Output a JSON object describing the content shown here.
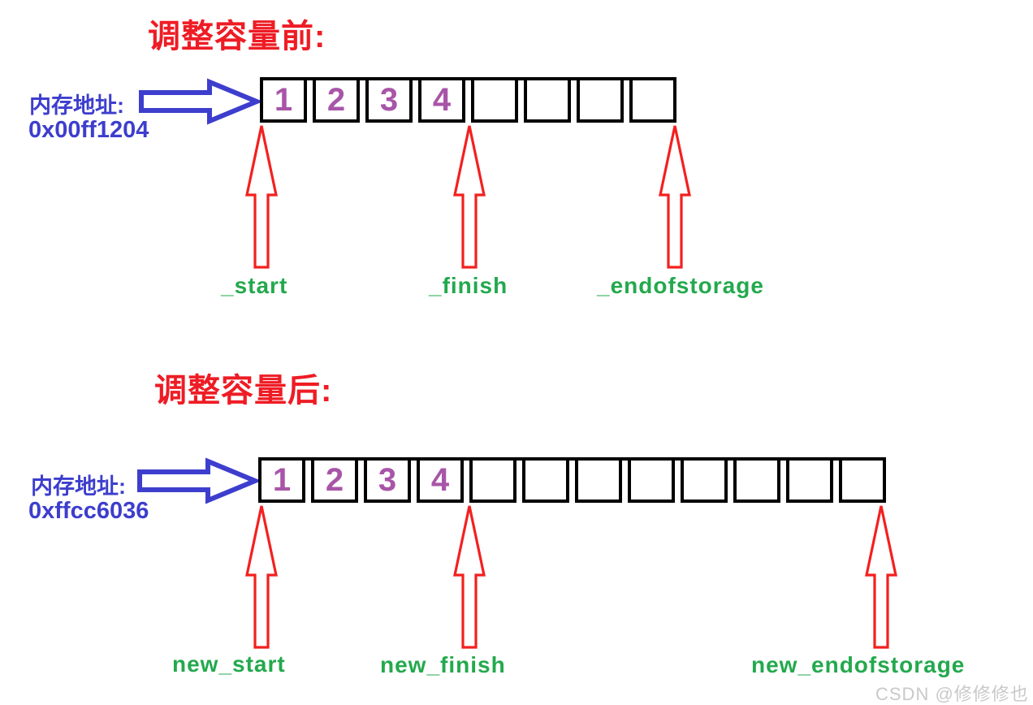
{
  "colors": {
    "red": "#ee1c25",
    "arrow_red": "#f3201f",
    "blue": "#3d3ecd",
    "green": "#23a94d",
    "purple": "#a855a8",
    "cell_border": "#000000",
    "watermark": "#c9c9c9"
  },
  "sections": [
    {
      "title": "调整容量前:",
      "memory_label": "内存地址:",
      "memory_address": "0x00ff1204",
      "cells": [
        "1",
        "2",
        "3",
        "4",
        "",
        "",
        "",
        ""
      ],
      "pointers": [
        "_start",
        "_finish",
        "_endofstorage"
      ]
    },
    {
      "title": "调整容量后:",
      "memory_label": "内存地址:",
      "memory_address": "0xffcc6036",
      "cells": [
        "1",
        "2",
        "3",
        "4",
        "",
        "",
        "",
        "",
        "",
        "",
        "",
        ""
      ],
      "pointers": [
        "new_start",
        "new_finish",
        "new_endofstorage"
      ]
    }
  ],
  "watermark": "CSDN @修修修也"
}
